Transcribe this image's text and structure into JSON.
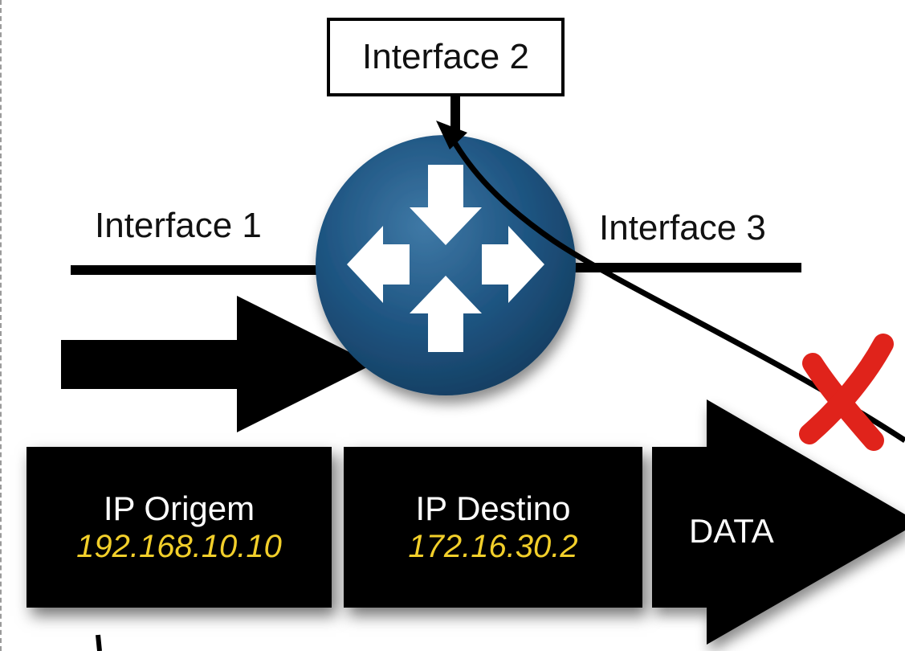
{
  "interfaces": {
    "interface_1": "Interface 1",
    "interface_2": "Interface 2",
    "interface_3": "Interface 3"
  },
  "packet": {
    "source": {
      "title": "IP Origem",
      "ip": "192.168.10.10"
    },
    "destination": {
      "title": "IP Destino",
      "ip": "172.16.30.2"
    },
    "payload": "DATA"
  },
  "router": {
    "icon": "router-icon",
    "color": "#1f5582"
  },
  "colors": {
    "ip_text": "#f2cf2a",
    "reject_mark": "#e0231b",
    "packet_bg": "#000000"
  },
  "icons": [
    "router-icon",
    "reject-x-icon",
    "direction-arrow-icon",
    "route-arrow-icon"
  ]
}
